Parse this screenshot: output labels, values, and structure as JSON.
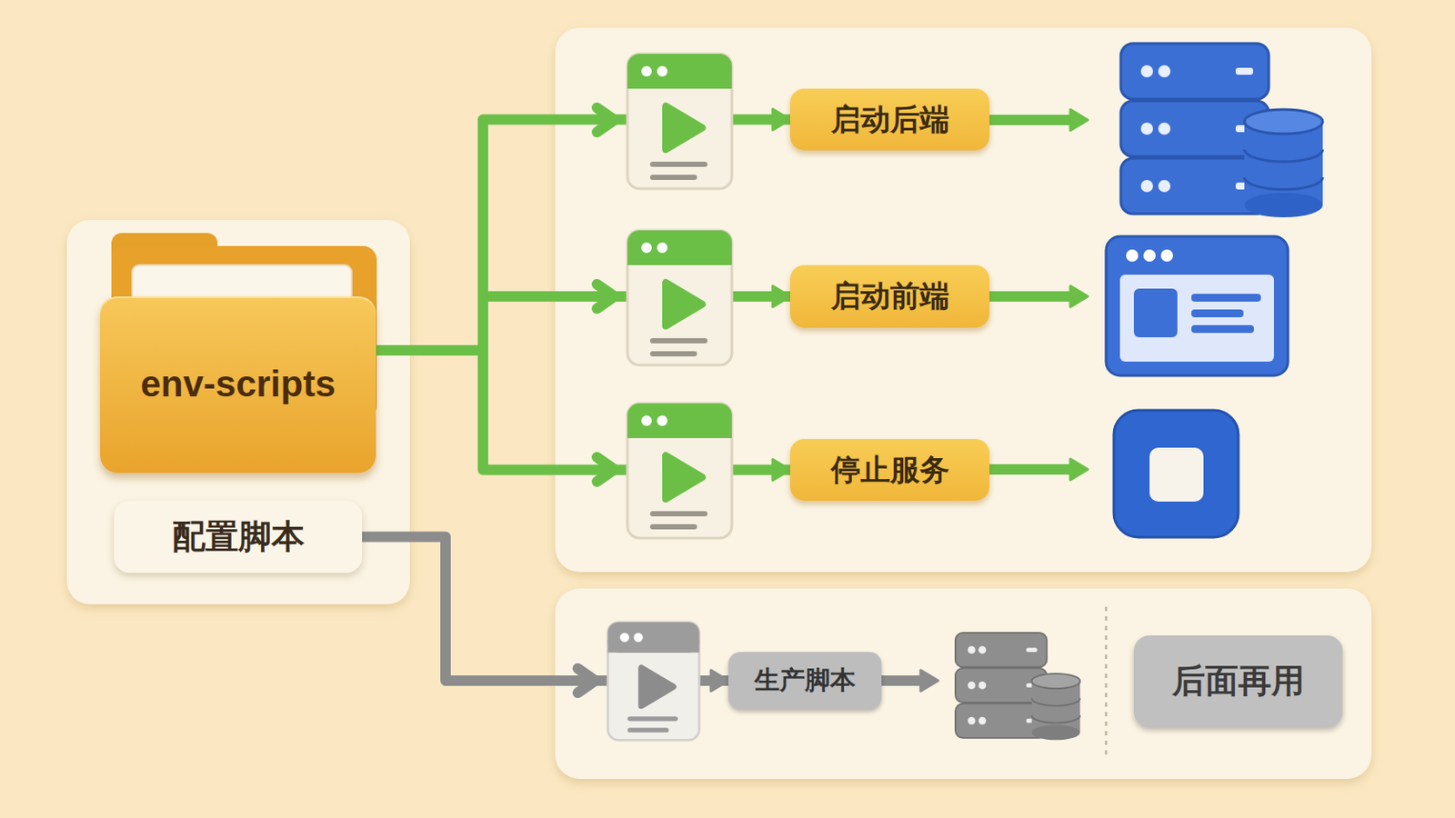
{
  "diagram": {
    "nodes": [
      {
        "text": [
          "env-scripts"
        ]
      },
      {
        "text": [
          "配置脚本"
        ]
      },
      {
        "text": [
          "启动后端"
        ]
      },
      {
        "text": [
          "启动前端"
        ]
      },
      {
        "text": [
          "停止服务"
        ]
      },
      {
        "text": [
          "生产脚本"
        ]
      },
      {
        "text": [
          "后面再用"
        ]
      }
    ],
    "edges": [
      {
        "from": 0,
        "to": 2,
        "arrow": "to"
      },
      {
        "from": 0,
        "to": 3,
        "arrow": "to"
      },
      {
        "from": 0,
        "to": 4,
        "arrow": "to"
      },
      {
        "from": 1,
        "to": 5,
        "arrow": "to"
      }
    ]
  }
}
